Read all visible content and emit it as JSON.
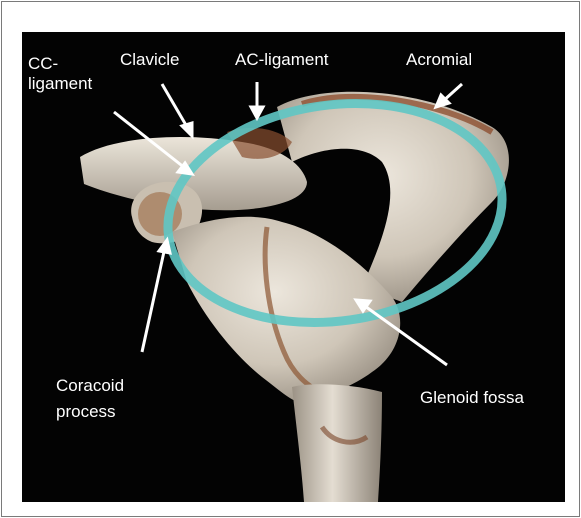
{
  "labels": {
    "cc_ligament": "CC-\nligament",
    "clavicle": "Clavicle",
    "ac_ligament": "AC-ligament",
    "acromial": "Acromial",
    "coracoid": "Coracoid\nprocess",
    "glenoid": "Glenoid fossa"
  },
  "colors": {
    "background": "#030303",
    "bone": "#d8d0c4",
    "ring": "#5fc7c4",
    "arrow": "#ffffff",
    "border": "#7a7a7a"
  }
}
